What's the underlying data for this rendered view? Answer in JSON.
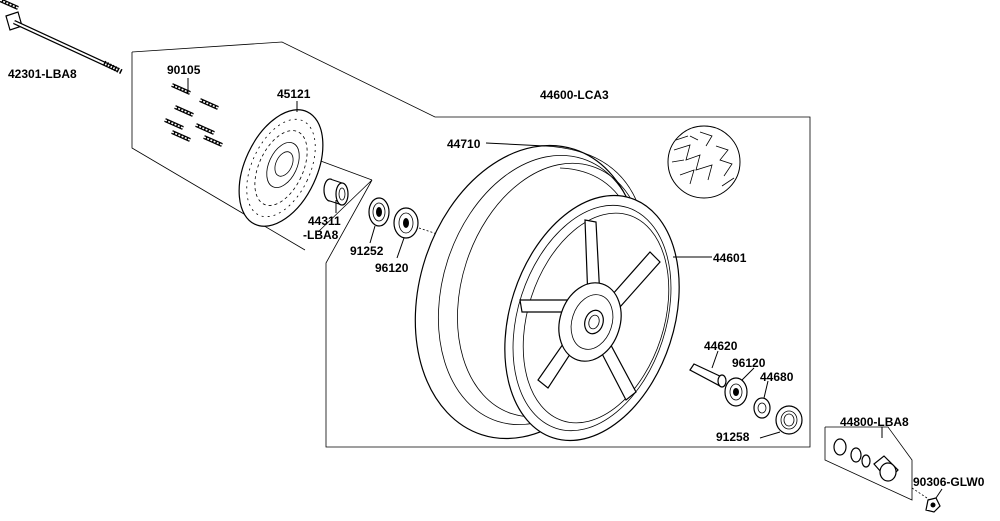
{
  "diagram": {
    "labels": [
      {
        "id": "axle",
        "text": "42301-LBA8"
      },
      {
        "id": "bolts",
        "text": "90105"
      },
      {
        "id": "disc",
        "text": "45121"
      },
      {
        "id": "wheel-assy",
        "text": "44600-LCA3"
      },
      {
        "id": "tire",
        "text": "44710"
      },
      {
        "id": "collar-1",
        "text": "44311"
      },
      {
        "id": "collar-2",
        "text": "-LBA8"
      },
      {
        "id": "bearing-left",
        "text": "91252"
      },
      {
        "id": "bearing-right",
        "text": "96120"
      },
      {
        "id": "rim",
        "text": "44601"
      },
      {
        "id": "spacer",
        "text": "44620"
      },
      {
        "id": "bearing-inner",
        "text": "96120"
      },
      {
        "id": "retainer",
        "text": "44680"
      },
      {
        "id": "oil-seal",
        "text": "91258"
      },
      {
        "id": "gearbox",
        "text": "44800-LBA8"
      },
      {
        "id": "nut",
        "text": "90306-GLW0"
      }
    ]
  }
}
